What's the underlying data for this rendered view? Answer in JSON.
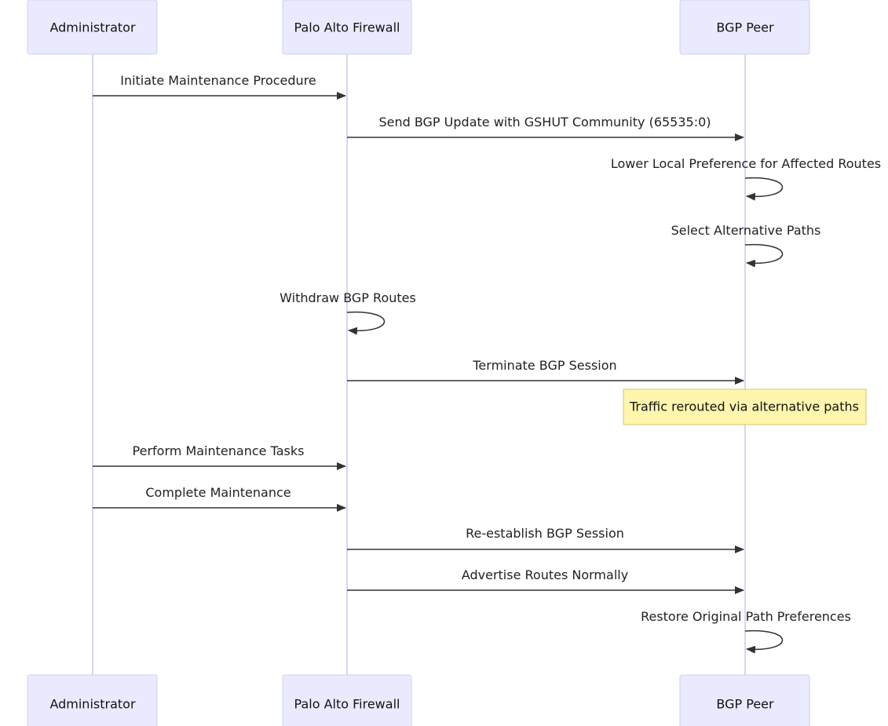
{
  "actors": [
    {
      "id": "admin",
      "label": "Administrator"
    },
    {
      "id": "fw",
      "label": "Palo Alto Firewall"
    },
    {
      "id": "peer",
      "label": "BGP Peer"
    }
  ],
  "messages": [
    {
      "from": "admin",
      "to": "fw",
      "label": "Initiate Maintenance Procedure"
    },
    {
      "from": "fw",
      "to": "peer",
      "label": "Send BGP Update with GSHUT Community (65535:0)"
    },
    {
      "from": "peer",
      "to": "peer",
      "label": "Lower Local Preference for Affected Routes"
    },
    {
      "from": "peer",
      "to": "peer",
      "label": "Select Alternative Paths"
    },
    {
      "from": "fw",
      "to": "fw",
      "label": "Withdraw BGP Routes"
    },
    {
      "from": "fw",
      "to": "peer",
      "label": "Terminate BGP Session"
    },
    {
      "from": "admin",
      "to": "fw",
      "label": "Perform Maintenance Tasks"
    },
    {
      "from": "admin",
      "to": "fw",
      "label": "Complete Maintenance"
    },
    {
      "from": "fw",
      "to": "peer",
      "label": "Re-establish BGP Session"
    },
    {
      "from": "fw",
      "to": "peer",
      "label": "Advertise Routes Normally"
    },
    {
      "from": "peer",
      "to": "peer",
      "label": "Restore Original Path Preferences"
    }
  ],
  "notes": [
    {
      "over": "peer",
      "after_message": 5,
      "text": "Traffic rerouted via alternative paths"
    }
  ],
  "colors": {
    "actor_fill": "#eaeaff",
    "actor_stroke": "#cfcff5",
    "lifeline": "#d6d6f5",
    "arrow": "#333333",
    "note_fill": "#fff5ad",
    "note_stroke": "#d4c96a"
  }
}
